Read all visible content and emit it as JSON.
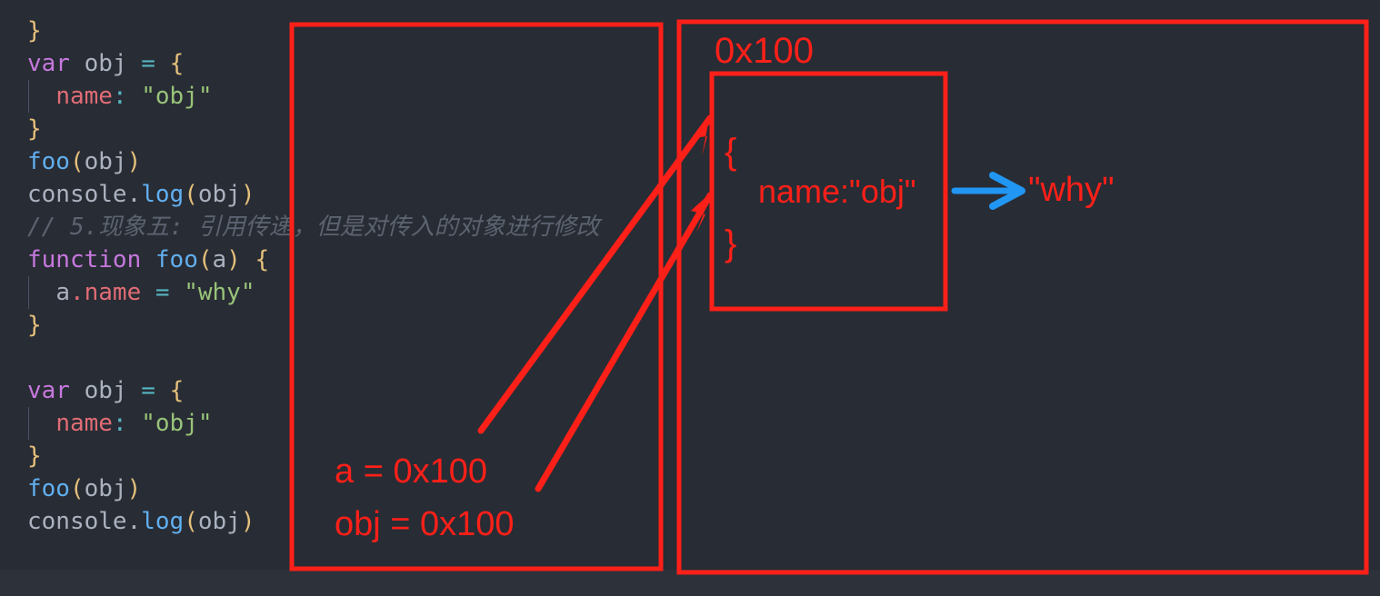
{
  "editor": {
    "theme_background": "#282c34",
    "lines": [
      {
        "indent_guide": false,
        "tokens": [
          {
            "t": "}",
            "c": "brace"
          }
        ]
      },
      {
        "indent_guide": false,
        "tokens": [
          {
            "t": "var",
            "c": "kw"
          },
          {
            "t": " ",
            "c": "punct"
          },
          {
            "t": "obj",
            "c": "var"
          },
          {
            "t": " ",
            "c": "punct"
          },
          {
            "t": "=",
            "c": "op"
          },
          {
            "t": " ",
            "c": "punct"
          },
          {
            "t": "{",
            "c": "brace"
          }
        ]
      },
      {
        "indent_guide": true,
        "tokens": [
          {
            "t": "  ",
            "c": "punct"
          },
          {
            "t": "name",
            "c": "prop"
          },
          {
            "t": ":",
            "c": "op"
          },
          {
            "t": " ",
            "c": "punct"
          },
          {
            "t": "\"obj\"",
            "c": "str"
          }
        ]
      },
      {
        "indent_guide": false,
        "tokens": [
          {
            "t": "}",
            "c": "brace"
          }
        ]
      },
      {
        "indent_guide": false,
        "tokens": [
          {
            "t": "foo",
            "c": "fn"
          },
          {
            "t": "(",
            "c": "paren"
          },
          {
            "t": "obj",
            "c": "var"
          },
          {
            "t": ")",
            "c": "paren"
          }
        ]
      },
      {
        "indent_guide": false,
        "tokens": [
          {
            "t": "console",
            "c": "var"
          },
          {
            "t": ".",
            "c": "punct"
          },
          {
            "t": "log",
            "c": "fn"
          },
          {
            "t": "(",
            "c": "paren"
          },
          {
            "t": "obj",
            "c": "var"
          },
          {
            "t": ")",
            "c": "paren"
          }
        ]
      },
      {
        "indent_guide": false,
        "tokens": [
          {
            "t": "// 5.现象五: 引用传递，但是对传入的对象进行修改",
            "c": "comment"
          }
        ]
      },
      {
        "indent_guide": false,
        "tokens": [
          {
            "t": "function",
            "c": "kw"
          },
          {
            "t": " ",
            "c": "punct"
          },
          {
            "t": "foo",
            "c": "fn"
          },
          {
            "t": "(",
            "c": "paren"
          },
          {
            "t": "a",
            "c": "var"
          },
          {
            "t": ")",
            "c": "paren"
          },
          {
            "t": " ",
            "c": "punct"
          },
          {
            "t": "{",
            "c": "brace"
          }
        ]
      },
      {
        "indent_guide": true,
        "tokens": [
          {
            "t": "  ",
            "c": "punct"
          },
          {
            "t": "a",
            "c": "var"
          },
          {
            "t": ".",
            "c": "prop"
          },
          {
            "t": "name",
            "c": "prop"
          },
          {
            "t": " ",
            "c": "punct"
          },
          {
            "t": "=",
            "c": "op"
          },
          {
            "t": " ",
            "c": "punct"
          },
          {
            "t": "\"why\"",
            "c": "str"
          }
        ]
      },
      {
        "indent_guide": false,
        "tokens": [
          {
            "t": "}",
            "c": "brace"
          }
        ]
      },
      {
        "indent_guide": false,
        "tokens": []
      },
      {
        "indent_guide": false,
        "tokens": [
          {
            "t": "var",
            "c": "kw"
          },
          {
            "t": " ",
            "c": "punct"
          },
          {
            "t": "obj",
            "c": "var"
          },
          {
            "t": " ",
            "c": "punct"
          },
          {
            "t": "=",
            "c": "op"
          },
          {
            "t": " ",
            "c": "punct"
          },
          {
            "t": "{",
            "c": "brace"
          }
        ]
      },
      {
        "indent_guide": true,
        "tokens": [
          {
            "t": "  ",
            "c": "punct"
          },
          {
            "t": "name",
            "c": "prop"
          },
          {
            "t": ":",
            "c": "op"
          },
          {
            "t": " ",
            "c": "punct"
          },
          {
            "t": "\"obj\"",
            "c": "str"
          }
        ]
      },
      {
        "indent_guide": false,
        "tokens": [
          {
            "t": "}",
            "c": "brace"
          }
        ]
      },
      {
        "indent_guide": false,
        "tokens": [
          {
            "t": "foo",
            "c": "fn"
          },
          {
            "t": "(",
            "c": "paren"
          },
          {
            "t": "obj",
            "c": "var"
          },
          {
            "t": ")",
            "c": "paren"
          }
        ]
      },
      {
        "indent_guide": false,
        "tokens": [
          {
            "t": "console",
            "c": "var"
          },
          {
            "t": ".",
            "c": "punct"
          },
          {
            "t": "log",
            "c": "fn"
          },
          {
            "t": "(",
            "c": "paren"
          },
          {
            "t": "obj",
            "c": "var"
          },
          {
            "t": ")",
            "c": "paren"
          }
        ]
      }
    ]
  },
  "annotation": {
    "color": "#fd2019",
    "arrow_color": "#2196f3",
    "stack_box_label": "",
    "heap_address_label": "0x100",
    "heap_object": {
      "open_brace": "{",
      "property": "name:\"obj\"",
      "close_brace": "}"
    },
    "new_value": "\"why\"",
    "stack_entries": [
      "a = 0x100",
      "obj = 0x100"
    ]
  }
}
